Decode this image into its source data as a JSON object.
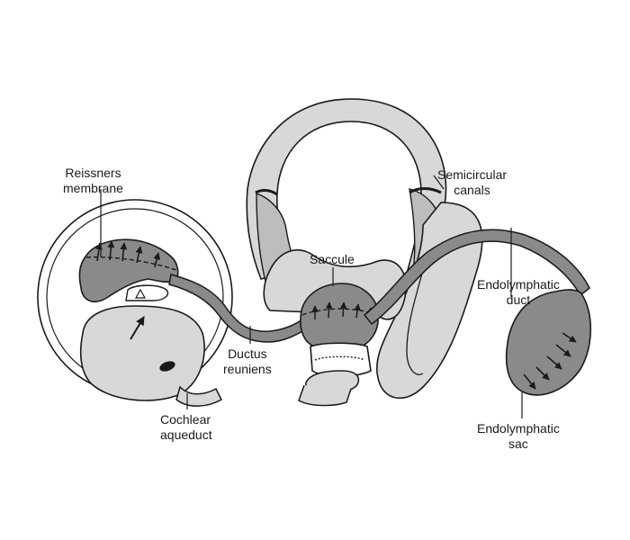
{
  "title": "Inner ear endolymph system",
  "colors": {
    "outline": "#1a1a1a",
    "light_fill": "#d8d8d8",
    "dark_fill": "#8a8a8a",
    "background": "#ffffff"
  },
  "labels": {
    "reissners_membrane": {
      "line1": "Reissners",
      "line2": "membrane"
    },
    "semicircular_canals": {
      "line1": "Semicircular",
      "line2": "canals"
    },
    "saccule": {
      "line1": "Saccule"
    },
    "endolymphatic_duct": {
      "line1": "Endolymphatic",
      "line2": "duct"
    },
    "ductus_reuniens": {
      "line1": "Ductus",
      "line2": "reuniens"
    },
    "cochlear_aqueduct": {
      "line1": "Cochlear",
      "line2": "aqueduct"
    },
    "endolymphatic_sac": {
      "line1": "Endolymphatic",
      "line2": "sac"
    }
  },
  "icons": [
    "triangle-marker-icon",
    "flow-arrow-icon",
    "oval-window-icon"
  ]
}
